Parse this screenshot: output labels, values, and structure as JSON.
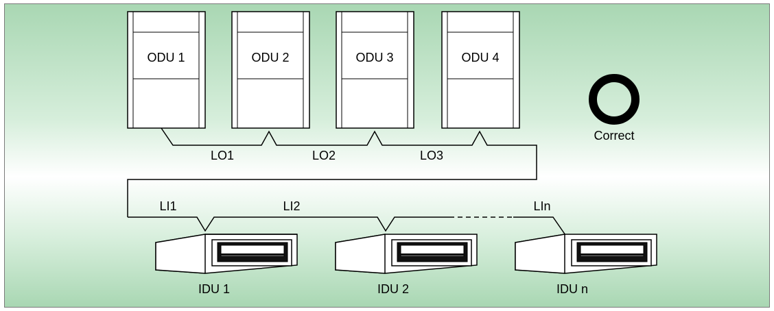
{
  "outdoor_units": [
    {
      "label": "ODU 1"
    },
    {
      "label": "ODU 2"
    },
    {
      "label": "ODU 3"
    },
    {
      "label": "ODU 4"
    }
  ],
  "outdoor_pipes": [
    "LO1",
    "LO2",
    "LO3"
  ],
  "indoor_pipes": [
    "LI1",
    "LI2",
    "LIn"
  ],
  "indoor_units": [
    {
      "label": "IDU 1"
    },
    {
      "label": "IDU 2"
    },
    {
      "label": "IDU n"
    }
  ],
  "status": {
    "label": "Correct"
  }
}
